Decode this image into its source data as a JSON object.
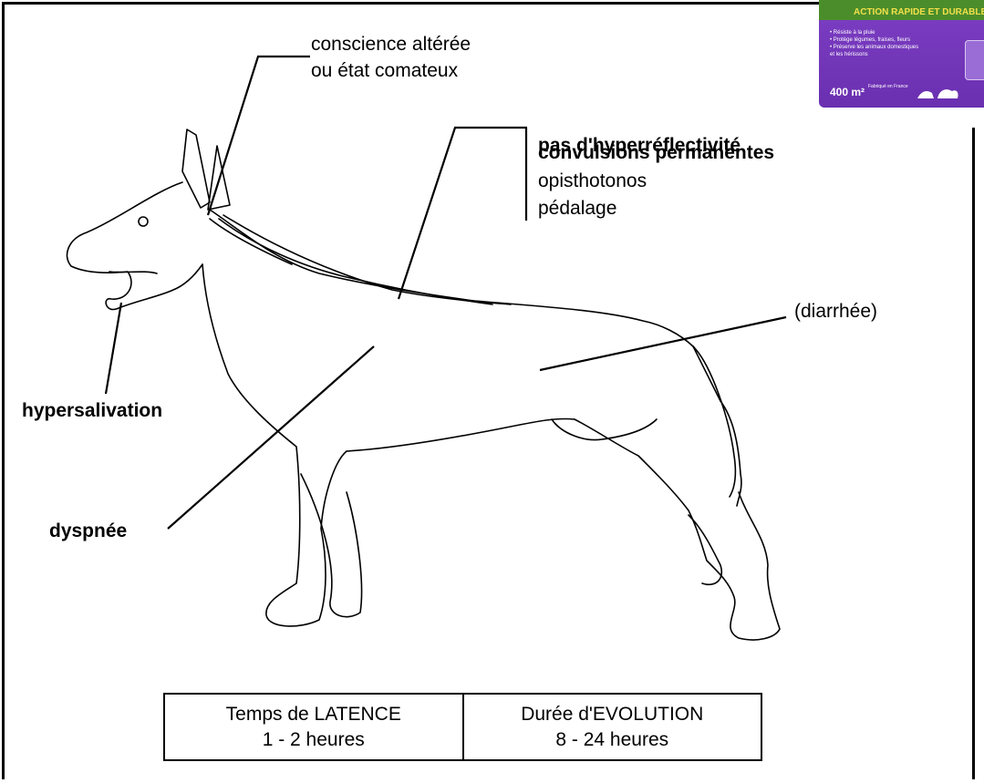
{
  "labels": {
    "conscience_line1": "conscience altérée",
    "conscience_line2": "ou état comateux",
    "hyperreflect": "pas d'hyperréflectivité",
    "convulsions": "convulsions permanentes",
    "opisthotonos": "opisthotonos",
    "pedalage": "pédalage",
    "diarrhee": "(diarrhée)",
    "hypersalivation": "hypersalivation",
    "dyspnee": "dyspnée"
  },
  "timing_table": {
    "latence_label": "Temps de LATENCE",
    "latence_value": "1 - 2 heures",
    "evolution_label": "Durée d'EVOLUTION",
    "evolution_value": "8 - 24 heures"
  },
  "ad": {
    "title": "ACTION RAPIDE ET DURABLE",
    "line1": "• Résiste à la pluie",
    "line2": "• Protège légumes, fraises, fleurs",
    "line3": "• Préserve les animaux domestiques",
    "line4": "et les hérissons",
    "area": "400 m²",
    "made": "Fabriqué en France"
  },
  "colors": {
    "ad_purple": "#6a2fb0",
    "ad_green": "#4b8d2b",
    "ad_yellow": "#f2e04a"
  }
}
